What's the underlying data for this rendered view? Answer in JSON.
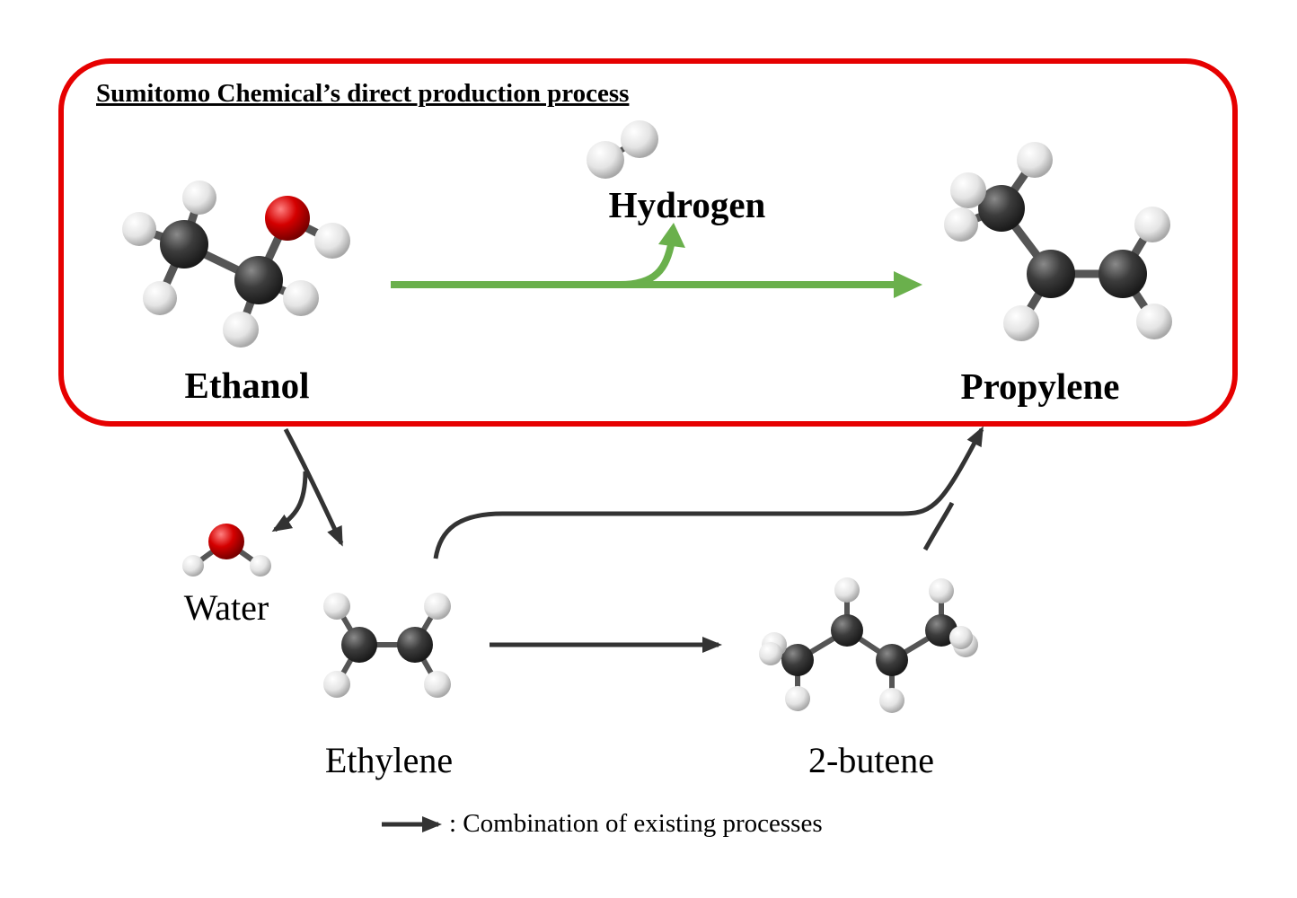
{
  "title": "Sumitomo Chemical’s direct production process",
  "labels": {
    "ethanol": "Ethanol",
    "hydrogen": "Hydrogen",
    "propylene": "Propylene",
    "water": "Water",
    "ethylene": "Ethylene",
    "butene": "2-butene"
  },
  "legend": {
    "text": ": Combination of existing processes"
  },
  "colors": {
    "frame": "#e60000",
    "direct_arrow": "#6ab04c",
    "existing_arrow": "#333333",
    "carbon": "#3a3a3a",
    "oxygen": "#d40000",
    "hydrogen": "#e8e8e8"
  }
}
